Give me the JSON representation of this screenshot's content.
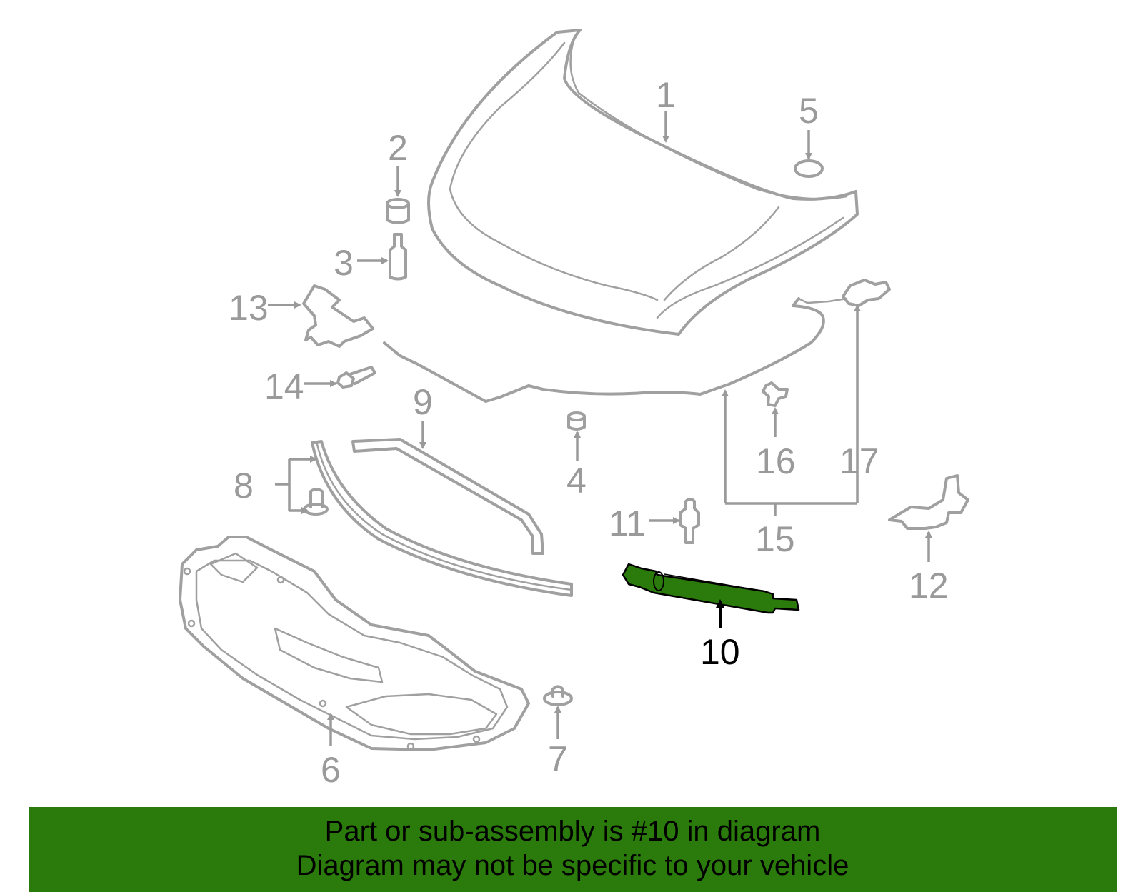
{
  "diagram": {
    "highlight_color": "#2a7b0b",
    "callouts": [
      {
        "id": "1",
        "text": "1"
      },
      {
        "id": "2",
        "text": "2"
      },
      {
        "id": "3",
        "text": "3"
      },
      {
        "id": "4",
        "text": "4"
      },
      {
        "id": "5",
        "text": "5"
      },
      {
        "id": "6",
        "text": "6"
      },
      {
        "id": "7",
        "text": "7"
      },
      {
        "id": "8",
        "text": "8"
      },
      {
        "id": "9",
        "text": "9"
      },
      {
        "id": "10",
        "text": "10"
      },
      {
        "id": "11",
        "text": "11"
      },
      {
        "id": "12",
        "text": "12"
      },
      {
        "id": "13",
        "text": "13"
      },
      {
        "id": "14",
        "text": "14"
      },
      {
        "id": "15",
        "text": "15"
      },
      {
        "id": "16",
        "text": "16"
      },
      {
        "id": "17",
        "text": "17"
      }
    ]
  },
  "banner": {
    "line1": "Part or sub-assembly is #10 in diagram",
    "line2": "Diagram may not be specific to your vehicle"
  }
}
